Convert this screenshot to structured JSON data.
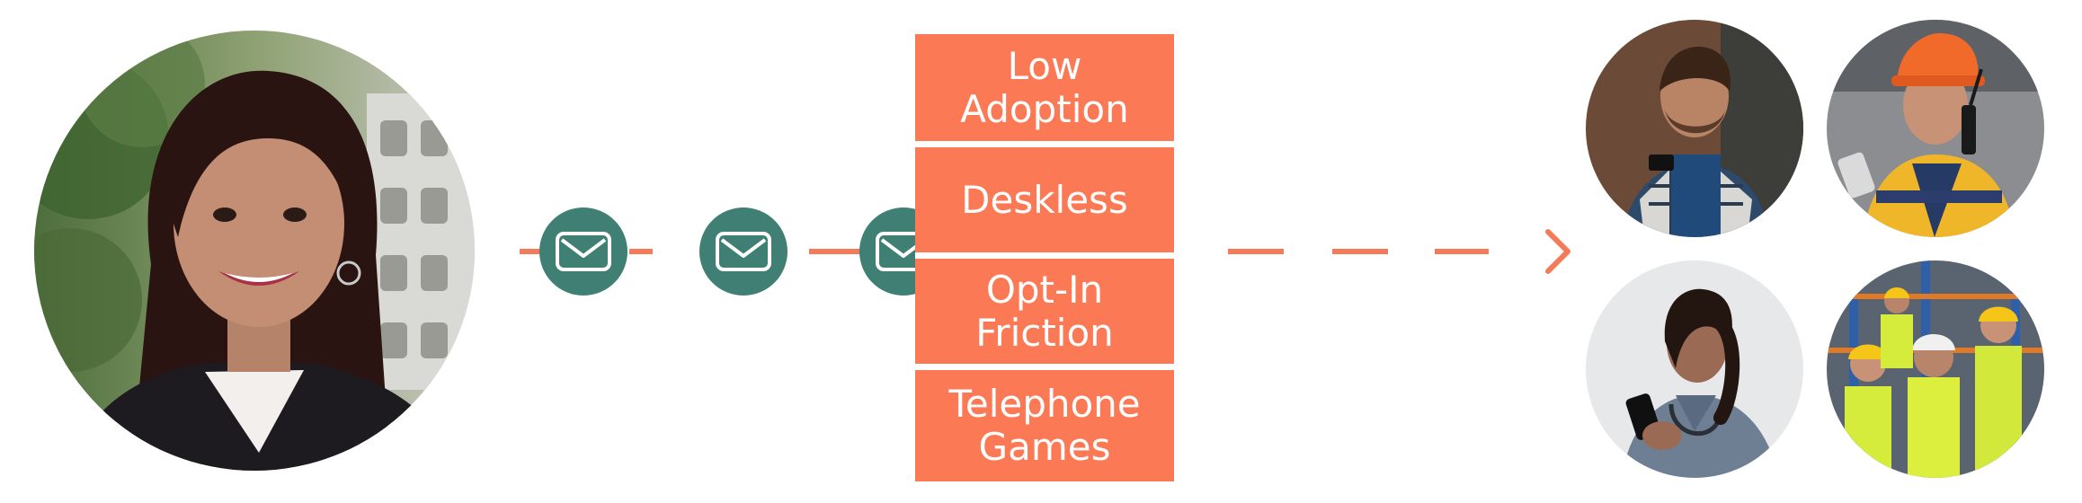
{
  "portrait": {
    "icon": "smiling-woman-portrait"
  },
  "flow": {
    "accent_color": "#f47b5a",
    "envelope_color": "#3f7f74",
    "envelope_icon": "envelope-icon",
    "arrow_icon": "chevron-right-icon"
  },
  "barriers": [
    {
      "label": "Low\nAdoption"
    },
    {
      "label": "Deskless"
    },
    {
      "label": "Opt-In\nFriction"
    },
    {
      "label": "Telephone\nGames"
    }
  ],
  "barrier_color": "#fb7954",
  "workers": [
    {
      "icon": "worker-phone-plaid-shirt"
    },
    {
      "icon": "worker-hard-hat-radio"
    },
    {
      "icon": "nurse-with-phone"
    },
    {
      "icon": "warehouse-team-safety-vests"
    }
  ]
}
